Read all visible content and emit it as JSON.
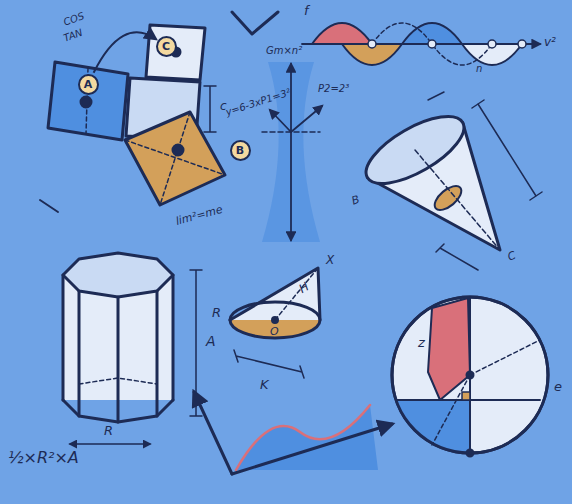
{
  "diagram": {
    "nodes": [
      {
        "text": [
          "A"
        ]
      },
      {
        "text": [
          "C"
        ]
      },
      {
        "text": [
          "B"
        ]
      }
    ],
    "edges": [
      {
        "from": 0,
        "to": 1,
        "arrow": "to"
      }
    ],
    "labels": [
      "COS",
      "TAN",
      "c",
      "y=6-3xP1=3²",
      "lim²=me",
      "Gm×n²",
      "P2=2³",
      "f",
      "v²",
      "n",
      "H",
      "R",
      "O",
      "K",
      "X",
      "A",
      "R",
      "½×R²×A",
      "z",
      "e",
      "B",
      "C"
    ]
  }
}
